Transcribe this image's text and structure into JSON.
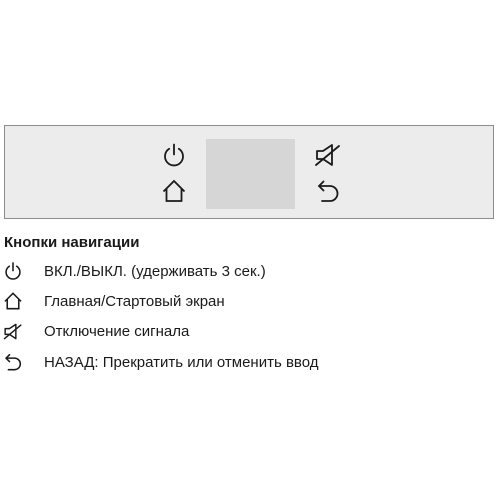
{
  "panel": {
    "buttons": [
      {
        "icon": "power-icon"
      },
      {
        "icon": "home-icon"
      },
      {
        "icon": "mute-icon"
      },
      {
        "icon": "back-icon"
      }
    ],
    "colors": {
      "panel_bg": "#ececed",
      "panel_border": "#8c8c8c",
      "display_bg": "#d6d6d7",
      "icon_stroke": "#1a1a1a"
    }
  },
  "legend": {
    "title": "Кнопки навигации",
    "items": [
      {
        "icon": "power-icon",
        "text": "ВКЛ./ВЫКЛ. (удерживать 3 сек.)"
      },
      {
        "icon": "home-icon",
        "text": "Главная/Стартовый экран"
      },
      {
        "icon": "mute-icon",
        "text": "Отключение сигнала"
      },
      {
        "icon": "back-icon",
        "text": "НАЗАД: Прекратить или отменить ввод"
      }
    ]
  }
}
